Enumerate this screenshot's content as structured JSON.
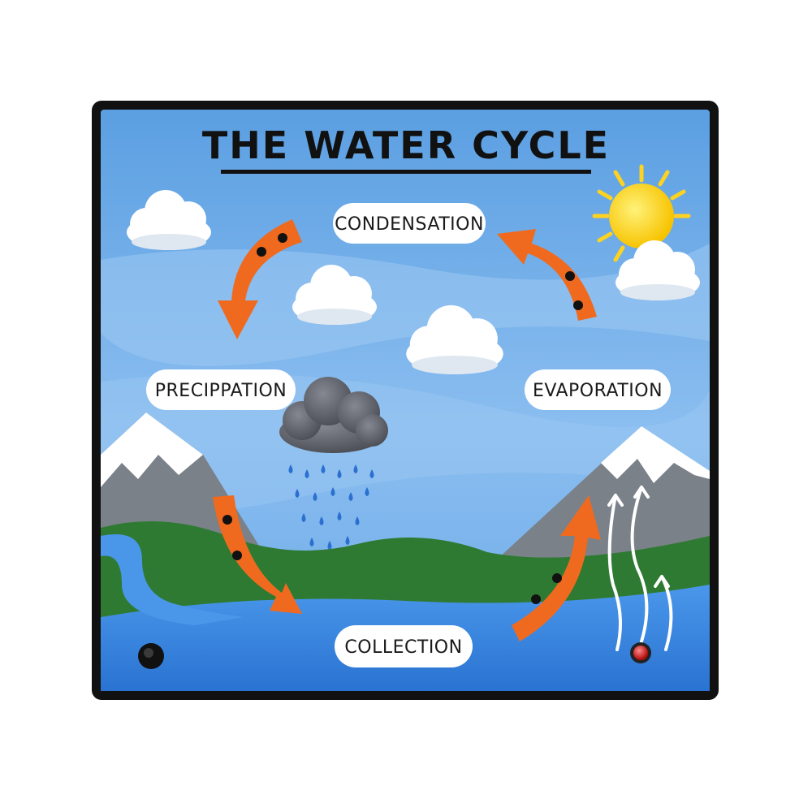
{
  "title": "THE WATER CYCLE",
  "labels": {
    "condensation": "CONDENSATION",
    "precipitation": "PRECIPPATION",
    "evaporation": "EVAPORATION",
    "collection": "COLLECTION"
  },
  "colors": {
    "frame": "#111111",
    "sky": "#4f95dc",
    "sky_light": "#8ec0ef",
    "mountain": "#7b8189",
    "snow": "#ffffff",
    "hills": "#2f7a32",
    "water": "#2f7fde",
    "arrow": "#ef6a1f",
    "sun": "#ffd21f",
    "rain": "#2b6fcf",
    "storm_cloud": "#5e6168",
    "indicator_light": "#e31b1b"
  },
  "icons": {
    "sun": "sun-icon",
    "cloud": "cloud-icon",
    "storm_cloud": "storm-cloud-icon",
    "rain": "raindrop-icon",
    "vapor": "vapor-arrow-icon",
    "button": "push-button-icon",
    "light": "indicator-light-icon"
  }
}
